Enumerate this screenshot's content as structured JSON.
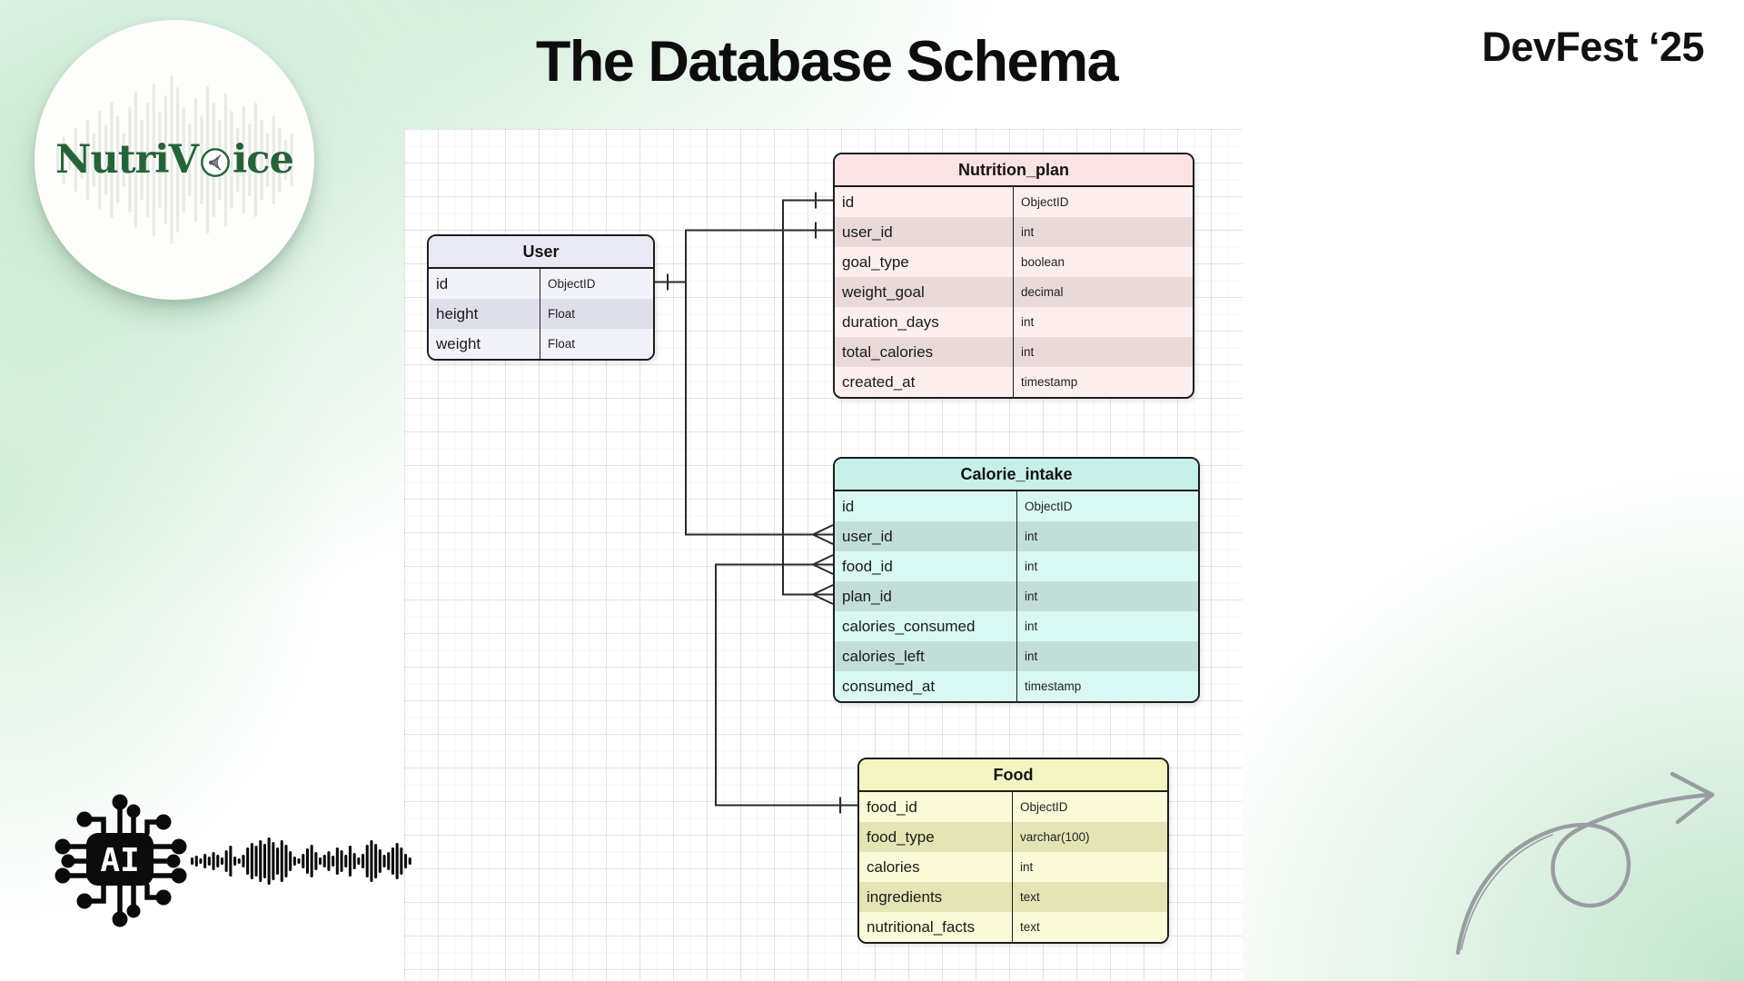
{
  "slide": {
    "title": "The Database Schema",
    "event_badge": "DevFest ‘25",
    "logo": {
      "text_before": "NutriV",
      "text_after": "ice",
      "icon": "speaker-o-icon",
      "brand_color": "#27633a"
    }
  },
  "diagram": {
    "tables": [
      {
        "id": "user",
        "name": "User",
        "theme": {
          "header": "#e9e9f5",
          "odd": "#f2f2fa",
          "even": "#dfdfec"
        },
        "fields": [
          {
            "name": "id",
            "type": "ObjectID"
          },
          {
            "name": "height",
            "type": "Float"
          },
          {
            "name": "weight",
            "type": "Float"
          }
        ]
      },
      {
        "id": "nutrition_plan",
        "name": "Nutrition_plan",
        "theme": {
          "header": "#fbe3e3",
          "odd": "#fdefee",
          "even": "#e9d9d9"
        },
        "fields": [
          {
            "name": "id",
            "type": "ObjectID"
          },
          {
            "name": "user_id",
            "type": "int"
          },
          {
            "name": "goal_type",
            "type": "boolean"
          },
          {
            "name": "weight_goal",
            "type": "decimal"
          },
          {
            "name": "duration_days",
            "type": "int"
          },
          {
            "name": "total_calories",
            "type": "int"
          },
          {
            "name": "created_at",
            "type": "timestamp"
          }
        ]
      },
      {
        "id": "calorie_intake",
        "name": "Calorie_intake",
        "theme": {
          "header": "#c7f0ea",
          "odd": "#d9f8f3",
          "even": "#c3ded9"
        },
        "fields": [
          {
            "name": "id",
            "type": "ObjectID"
          },
          {
            "name": "user_id",
            "type": "int"
          },
          {
            "name": "food_id",
            "type": "int"
          },
          {
            "name": "plan_id",
            "type": "int"
          },
          {
            "name": "calories_consumed",
            "type": "int"
          },
          {
            "name": "calories_left",
            "type": "int"
          },
          {
            "name": "consumed_at",
            "type": "timestamp"
          }
        ]
      },
      {
        "id": "food",
        "name": "Food",
        "theme": {
          "header": "#f5f5c4",
          "odd": "#fafad8",
          "even": "#e4e4b4"
        },
        "fields": [
          {
            "name": "food_id",
            "type": "ObjectID"
          },
          {
            "name": "food_type",
            "type": "varchar(100)"
          },
          {
            "name": "calories",
            "type": "int"
          },
          {
            "name": "ingredients",
            "type": "text"
          },
          {
            "name": "nutritional_facts",
            "type": "text"
          }
        ]
      }
    ],
    "relationships": [
      {
        "from": "User.id",
        "to": "Nutrition_plan.user_id",
        "from_card": "one",
        "to_card": "one"
      },
      {
        "from": "User.id",
        "to": "Calorie_intake.user_id",
        "from_card": "one",
        "to_card": "many"
      },
      {
        "from": "Nutrition_plan.id",
        "to": "Calorie_intake.plan_id",
        "from_card": "one",
        "to_card": "many"
      },
      {
        "from": "Food.food_id",
        "to": "Calorie_intake.food_id",
        "from_card": "one",
        "to_card": "many"
      }
    ]
  }
}
